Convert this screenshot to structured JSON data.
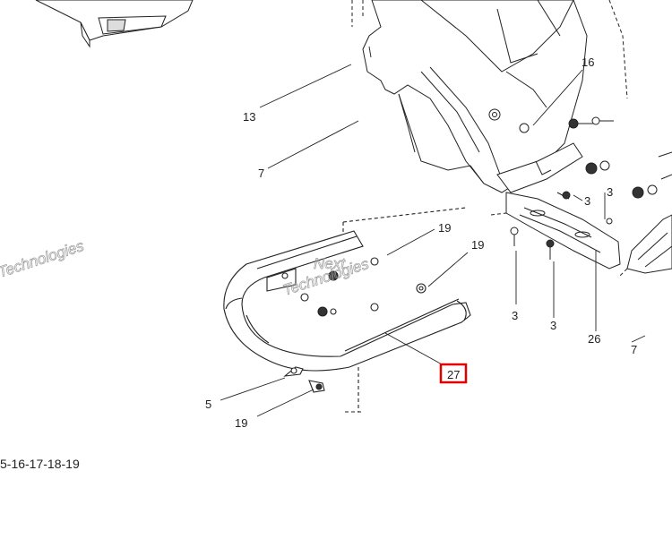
{
  "diagram": {
    "callouts": {
      "c13": "13",
      "c7_left": "7",
      "c16": "16",
      "c3_a": "3",
      "c3_b": "3",
      "c19_a": "19",
      "c19_b": "19",
      "c3_c": "3",
      "c3_d": "3",
      "c26": "26",
      "c7_right": "7",
      "c27": "27",
      "c5": "5",
      "c19_c": "19"
    },
    "legend_text": "5-16-17-18-19",
    "watermark": {
      "line1": "Next",
      "line2": "Technologies"
    },
    "highlight_color": "#e00000"
  }
}
